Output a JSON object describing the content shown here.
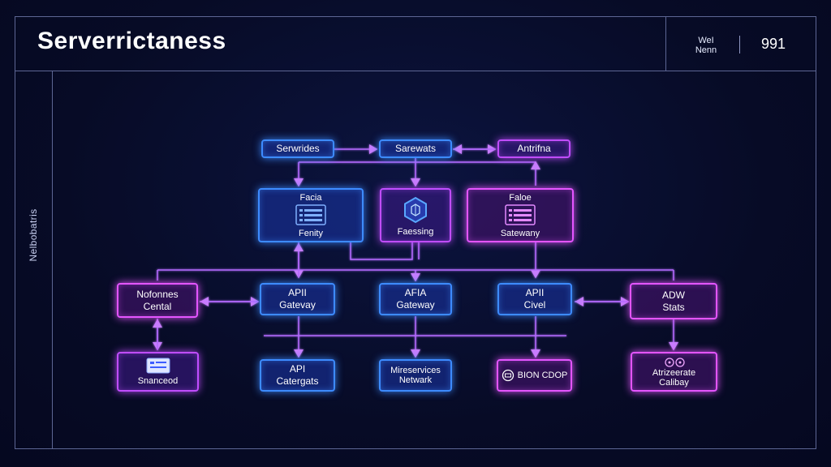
{
  "header": {
    "title": "Serverrictaness",
    "meta_line1": "WeI",
    "meta_line2": "Nenn",
    "number": "991"
  },
  "sidebar": {
    "label": "Nelbobatris"
  },
  "nodes": {
    "top": [
      "Serwrides",
      "Sarewats",
      "Antrifna"
    ],
    "mid": {
      "left": {
        "top": "Facia",
        "bottom": "Fenity"
      },
      "center": {
        "bottom": "Faessing"
      },
      "right": {
        "top": "Faloe",
        "bottom": "Satewany"
      }
    },
    "row3": [
      {
        "l1": "Nofonnes",
        "l2": "Cental"
      },
      {
        "l1": "APII",
        "l2": "Gatevay"
      },
      {
        "l1": "AFIA",
        "l2": "Gateway"
      },
      {
        "l1": "APII",
        "l2": "Civel"
      },
      {
        "l1": "ADW",
        "l2": "Stats"
      }
    ],
    "row4": [
      {
        "l1": "Snanceod"
      },
      {
        "l1": "API",
        "l2": "Catergats"
      },
      {
        "l1": "Mireservices",
        "l2": "Netwark"
      },
      {
        "l1": "BION CDOP"
      },
      {
        "l1": "Atrizeerate",
        "l2": "Calibay"
      }
    ]
  },
  "icons": {
    "facia": "list-panel-icon",
    "faessing": "hexagon-cube-icon",
    "faloe": "list-panel-icon",
    "snanceod": "document-icon",
    "bion": "search-badge-icon",
    "atrizeerate": "gear-pair-icon"
  },
  "colors": {
    "blue": "#3d8bff",
    "purple": "#c04dff",
    "magenta": "#e455ff",
    "background": "#070b26",
    "line": "#5d6694"
  }
}
